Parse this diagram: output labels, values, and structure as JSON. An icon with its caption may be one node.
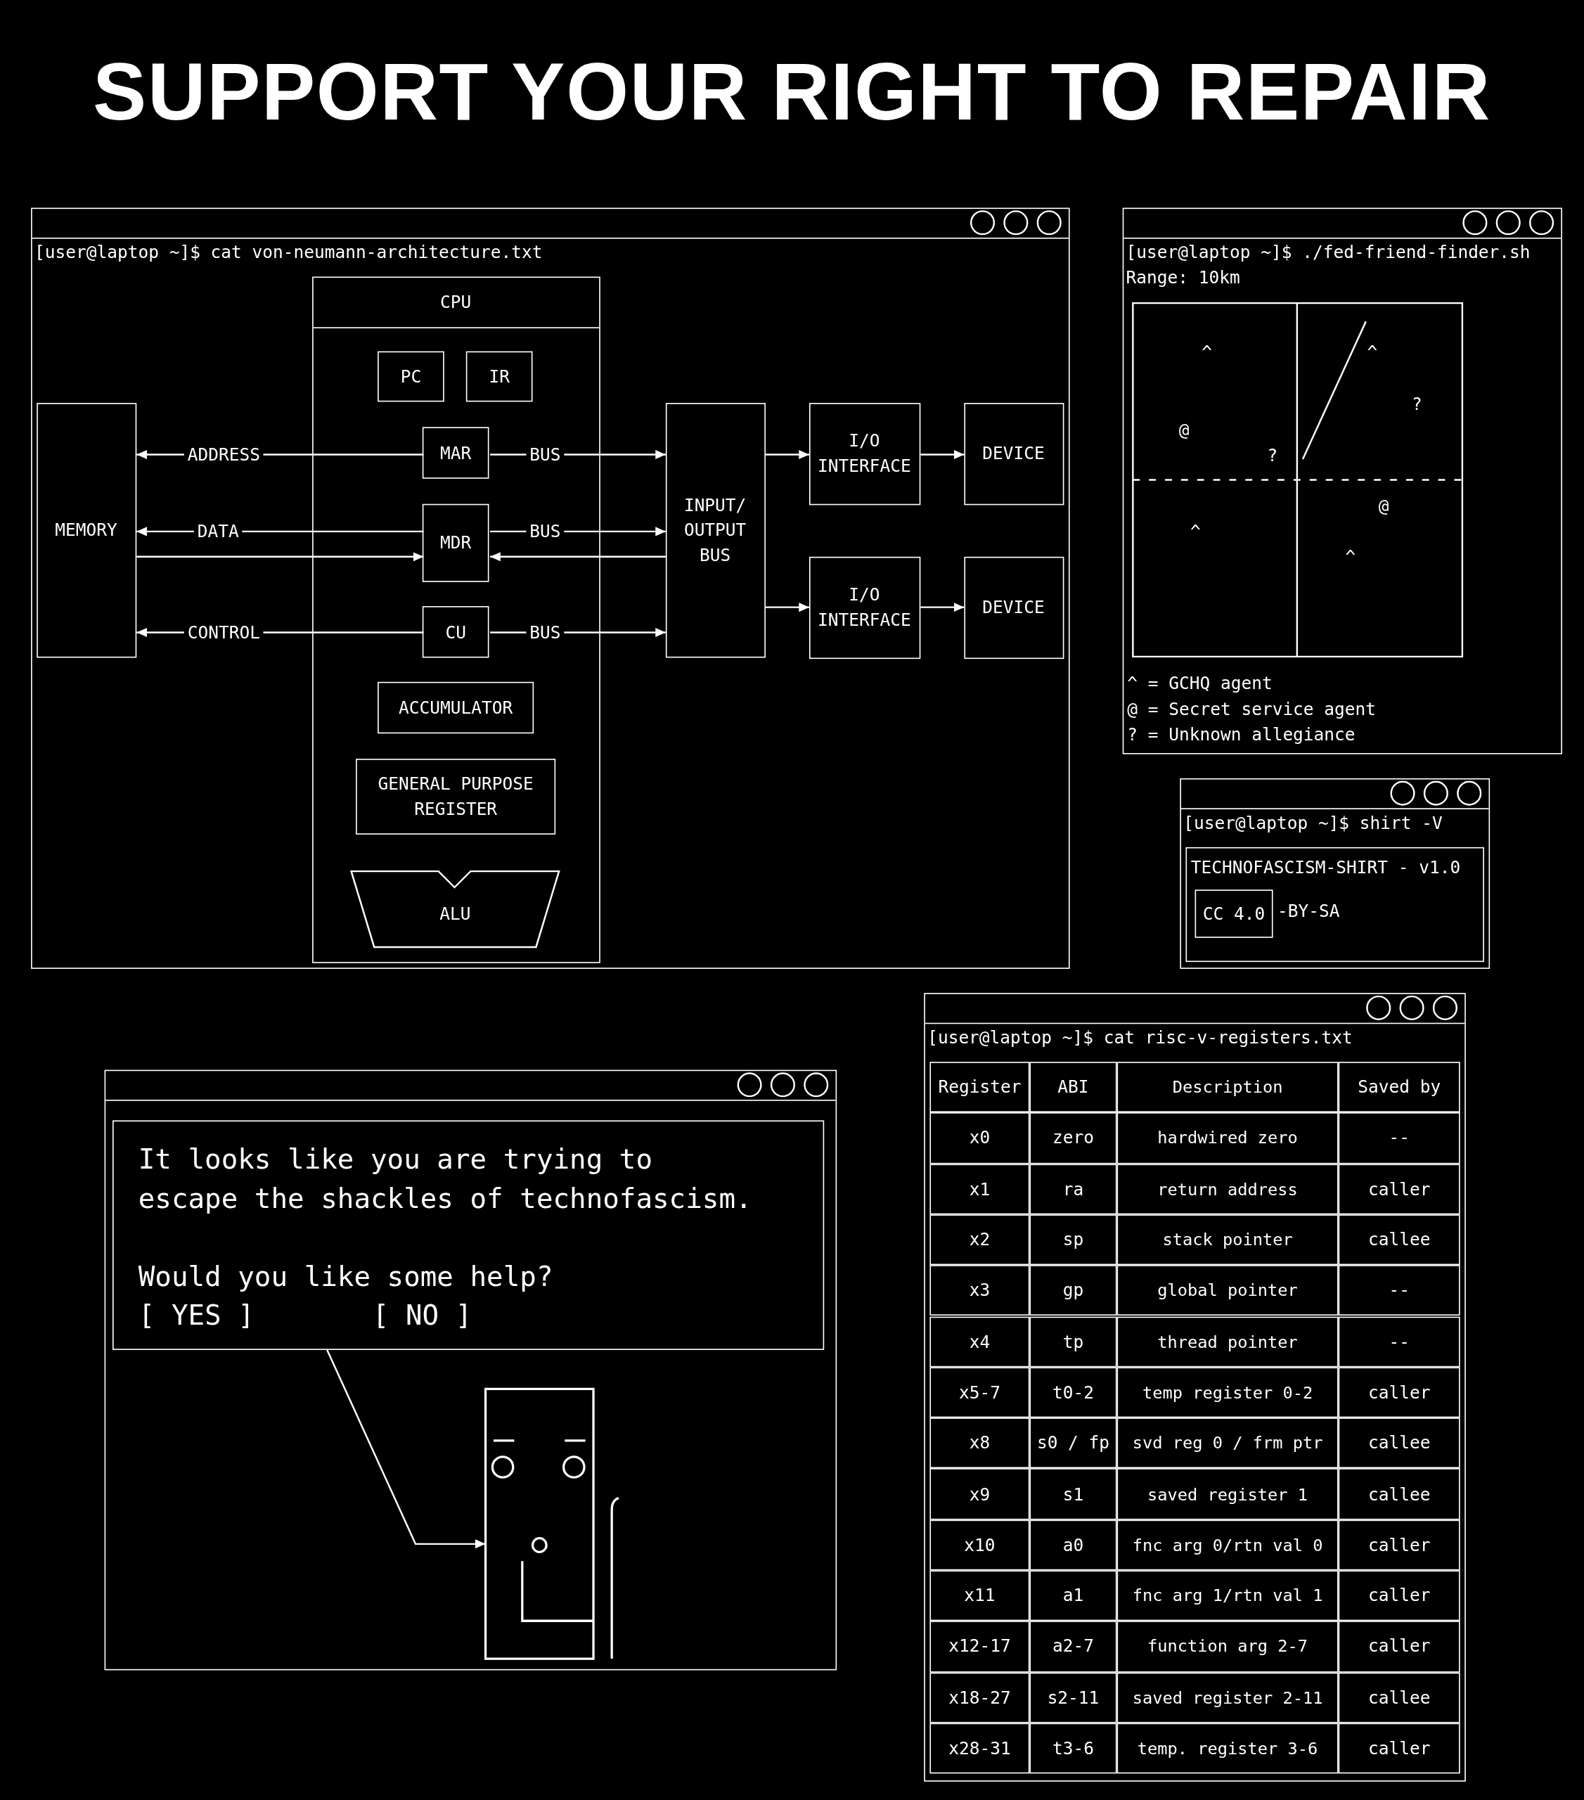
{
  "diagram": {
    "title": "SUPPORT YOUR RIGHT TO REPAIR",
    "nodes": [
      {
        "text": [
          "[user@laptop ~]$ cat von-neumann-architecture.txt"
        ]
      },
      {
        "text": [
          "CPU"
        ],
        "in": 0
      },
      {
        "text": [
          "PC"
        ],
        "in": 1
      },
      {
        "text": [
          "IR"
        ],
        "in": 1
      },
      {
        "text": [
          "MAR"
        ],
        "in": 1
      },
      {
        "text": [
          "MDR"
        ],
        "in": 1
      },
      {
        "text": [
          "CU"
        ],
        "in": 1
      },
      {
        "text": [
          "ACCUMULATOR"
        ],
        "in": 1
      },
      {
        "text": [
          "GENERAL PURPOSE REGISTER"
        ],
        "in": 1
      },
      {
        "text": [
          "ALU"
        ],
        "in": 1
      },
      {
        "text": [
          "MEMORY"
        ],
        "in": 0
      },
      {
        "text": [
          "INPUT/ OUTPUT BUS"
        ],
        "in": 0
      },
      {
        "text": [
          "I/O INTERFACE"
        ],
        "in": 0
      },
      {
        "text": [
          "I/O INTERFACE"
        ],
        "in": 0
      },
      {
        "text": [
          "DEVICE"
        ],
        "in": 0
      },
      {
        "text": [
          "DEVICE"
        ],
        "in": 0
      },
      {
        "text": [
          "[user@laptop ~]$ ./fed-friend-finder.sh",
          "Range: 10km"
        ]
      },
      {
        "text": [
          "[user@laptop ~]$ shirt -V"
        ]
      },
      {
        "text": [
          "TECHNOFASCISM-SHIRT - v1.0"
        ],
        "in": 17
      },
      {
        "text": [
          "CC 4.0"
        ],
        "in": 18,
        "beside": [
          "-BY-SA"
        ]
      },
      {
        "text": [
          "[user@laptop ~]$ cat risc-v-registers.txt"
        ]
      },
      {
        "text": [],
        "shape": "box"
      },
      {
        "text": [
          "It looks like you are trying to escape the shackles of technofascism.",
          "Would you like some help?",
          "[ YES ]",
          "[ NO ]"
        ],
        "in": 21
      },
      {
        "text": [],
        "shape": "picture",
        "in": 21
      }
    ],
    "edges": [
      {
        "from": 4,
        "to": 10,
        "arrow": "to",
        "label": "ADDRESS"
      },
      {
        "from": 4,
        "to": 11,
        "arrow": "to",
        "label": "BUS"
      },
      {
        "from": 5,
        "to": 10,
        "arrow": "to",
        "label": "DATA"
      },
      {
        "from": 10,
        "to": 5,
        "arrow": "to"
      },
      {
        "from": 5,
        "to": 11,
        "arrow": "to",
        "label": "BUS"
      },
      {
        "from": 11,
        "to": 5,
        "arrow": "to"
      },
      {
        "from": 6,
        "to": 10,
        "arrow": "to",
        "label": "CONTROL"
      },
      {
        "from": 6,
        "to": 11,
        "arrow": "to",
        "label": "BUS"
      },
      {
        "from": 11,
        "to": 12,
        "arrow": "to"
      },
      {
        "from": 12,
        "to": 14,
        "arrow": "to"
      },
      {
        "from": 11,
        "to": 13,
        "arrow": "to"
      },
      {
        "from": 13,
        "to": 15,
        "arrow": "to"
      },
      {
        "from": 22,
        "to": 23,
        "arrow": "to"
      }
    ],
    "labels": [
      "^",
      "^",
      "?",
      "@",
      "?",
      "@",
      "^",
      "^",
      "^ = GCHQ agent",
      "@ = Secret service agent",
      "? = Unknown allegiance",
      "Register",
      "ABI",
      "Description",
      "Saved by",
      "x0",
      "zero",
      "hardwired zero",
      "--",
      "x1",
      "ra",
      "return address",
      "caller",
      "x2",
      "sp",
      "stack pointer",
      "callee",
      "x3",
      "gp",
      "global pointer",
      "--",
      "x4",
      "tp",
      "thread pointer",
      "--",
      "x5-7",
      "t0-2",
      "temp register 0-2",
      "caller",
      "x8",
      "s0 / fp",
      "svd reg 0 / frm ptr",
      "callee",
      "x9",
      "s1",
      "saved register 1",
      "callee",
      "x10",
      "a0",
      "fnc arg 0/rtn val 0",
      "caller",
      "x11",
      "a1",
      "fnc arg 1/rtn val 1",
      "caller",
      "x12-17",
      "a2-7",
      "function arg 2-7",
      "caller",
      "x18-27",
      "s2-11",
      "saved register 2-11",
      "callee",
      "x28-31",
      "t3-6",
      "temp. register 3-6",
      "caller"
    ]
  }
}
